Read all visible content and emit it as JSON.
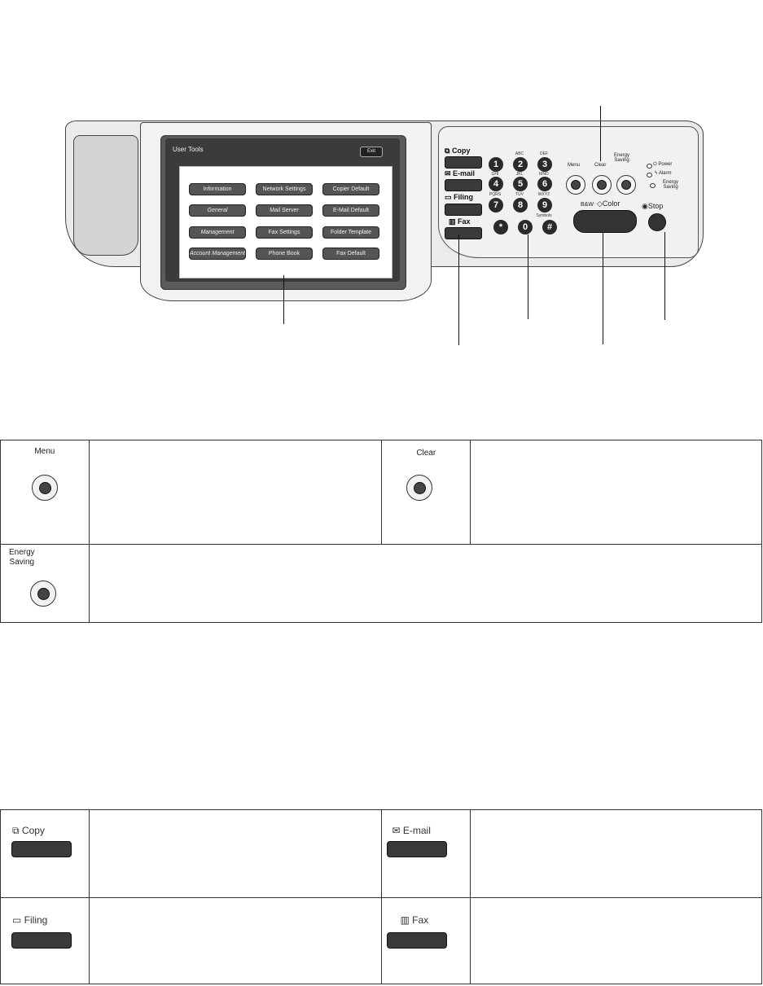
{
  "screen": {
    "title": "User Tools",
    "exit_label": "Exit",
    "buttons": [
      [
        "Information",
        "Network Settings",
        "Copier Default"
      ],
      [
        "General",
        "Mail Server",
        "E-Mail Default"
      ],
      [
        "Management",
        "Fax Settings",
        "Folder Template"
      ],
      [
        "Account Management",
        "Phone Book",
        "Fax Default"
      ]
    ]
  },
  "modes": {
    "copy": "Copy",
    "email": "E-mail",
    "filing": "Filing",
    "fax": "Fax"
  },
  "keypad": {
    "keys": [
      "1",
      "2",
      "3",
      "4",
      "5",
      "6",
      "7",
      "8",
      "9",
      "*",
      "0",
      "#"
    ],
    "subs": [
      "",
      "ABC",
      "DEF",
      "GHI",
      "JKL",
      "MNO",
      "PQRS",
      "TUV",
      "WXYZ",
      "",
      "",
      "Symbols"
    ]
  },
  "function_keys": {
    "menu": "Menu",
    "clear": "Clear",
    "energy_line1": "Energy",
    "energy_line2": "Saving"
  },
  "indicators": {
    "power": "Power",
    "alarm": "Alarm",
    "energy_line1": "Energy",
    "energy_line2": "Saving"
  },
  "start": {
    "bw": "B&W",
    "color": "Color",
    "stop": "Stop"
  },
  "table1": {
    "menu": "Menu",
    "clear": "Clear",
    "energy_line1": "Energy",
    "energy_line2": "Saving"
  },
  "table2": {
    "copy": "Copy",
    "email": "E-mail",
    "filing": "Filing",
    "fax": "Fax"
  }
}
